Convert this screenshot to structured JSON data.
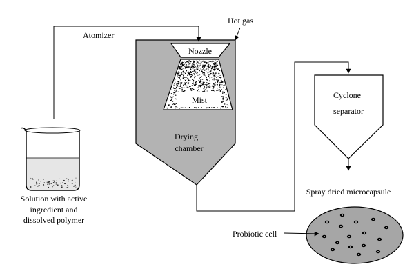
{
  "labels": {
    "atomizer": "Atomizer",
    "hot_gas": "Hot gas",
    "nozzle": "Nozzle",
    "mist": "Mist",
    "drying_chamber_1": "Drying",
    "drying_chamber_2": "chamber",
    "cyclone_1": "Cyclone",
    "cyclone_2": "separator",
    "solution_1": "Solution with active",
    "solution_2": "ingredient and",
    "solution_3": "dissolved polymer",
    "product": "Spray dried microcapsule",
    "probiotic": "Probiotic cell"
  },
  "colors": {
    "chamber_fill": "#b3b3b3",
    "capsule_fill": "#a6a6a6",
    "line": "#000000",
    "liquid": "#e6e6e6"
  }
}
